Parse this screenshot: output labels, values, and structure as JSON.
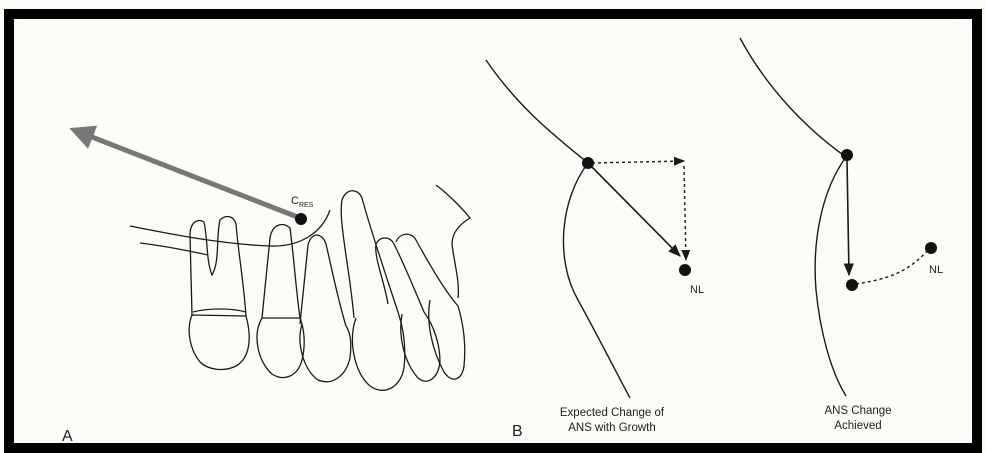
{
  "colors": {
    "frame": "#000000",
    "line": "#1a1a1a",
    "force_arrow": "#777777",
    "background": "#fcfbf8"
  },
  "panel_a": {
    "letter": "A",
    "cres_main": "C",
    "cres_sub": "RES"
  },
  "panel_b": {
    "letter": "B",
    "left": {
      "nl_label": "NL",
      "caption_line1": "Expected Change of",
      "caption_line2": "ANS with Growth"
    },
    "right": {
      "nl_label": "NL",
      "caption_line1": "ANS Change",
      "caption_line2": "Achieved"
    }
  }
}
